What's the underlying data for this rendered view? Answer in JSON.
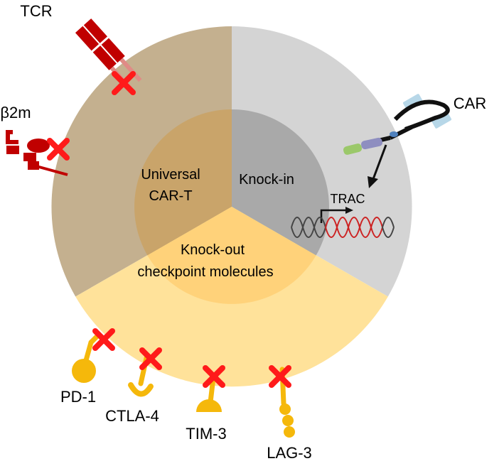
{
  "segments": {
    "universal": {
      "label_line1": "Universal",
      "label_line2": "CAR-T"
    },
    "knockin": {
      "label": "Knock-in"
    },
    "knockout": {
      "label_line1": "Knock-out",
      "label_line2": "checkpoint molecules"
    }
  },
  "molecules": {
    "tcr": "TCR",
    "b2m": "β2m",
    "car": "CAR",
    "trac": "TRAC",
    "pd1": "PD-1",
    "ctla4": "CTLA-4",
    "tim3": "TIM-3",
    "lag3": "LAG-3"
  },
  "colors": {
    "universal_outer": "#c4b08f",
    "universal_inner": "#c9a46a",
    "knockin_outer": "#d4d4d4",
    "knockin_inner": "#a9a9a9",
    "knockout_outer": "#ffe29a",
    "knockout_inner": "#ffd27a",
    "receptor_red": "#c00000",
    "checkpoint_yellow": "#f5b80b",
    "cross_red": "#ff1a1a",
    "car_blue": "#b7d7e8",
    "dna_red": "#cc2222"
  }
}
